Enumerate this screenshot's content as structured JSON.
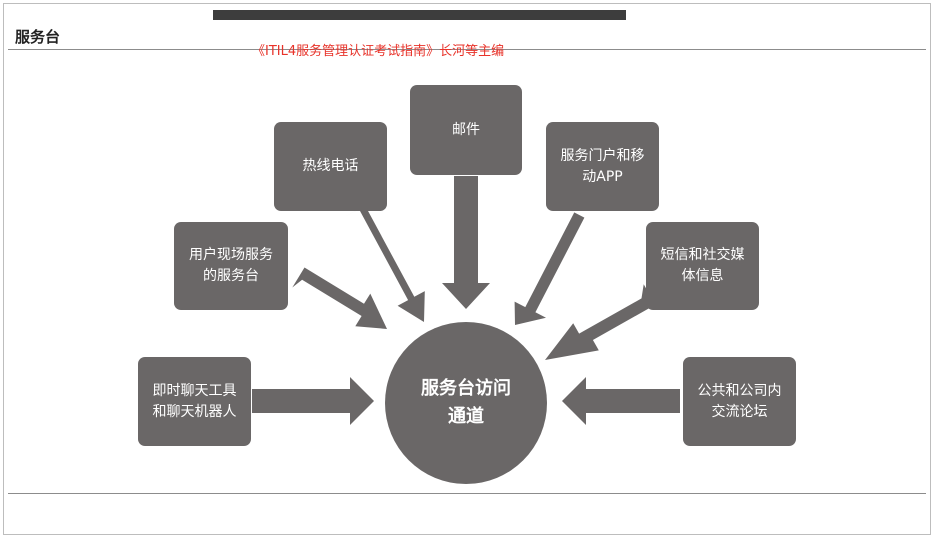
{
  "header": {
    "title": "服务台",
    "subtitle": "《ITIL4服务管理认证考试指南》长河等主编"
  },
  "diagram": {
    "hub": {
      "line1": "服务台访问",
      "line2": "通道"
    },
    "channels": [
      {
        "id": "email",
        "line1": "邮件",
        "line2": ""
      },
      {
        "id": "hotline",
        "line1": "热线电话",
        "line2": ""
      },
      {
        "id": "portal-app",
        "line1": "服务门户和移",
        "line2": "动APP"
      },
      {
        "id": "onsite",
        "line1": "用户现场服务",
        "line2": "的服务台"
      },
      {
        "id": "sms-social",
        "line1": "短信和社交媒",
        "line2": "体信息"
      },
      {
        "id": "chat-bot",
        "line1": "即时聊天工具",
        "line2": "和聊天机器人"
      },
      {
        "id": "forums",
        "line1": "公共和公司内",
        "line2": "交流论坛"
      }
    ],
    "colors": {
      "box": "#6a6767",
      "arrow": "#6a6767",
      "subtitle": "#e8332a"
    }
  }
}
